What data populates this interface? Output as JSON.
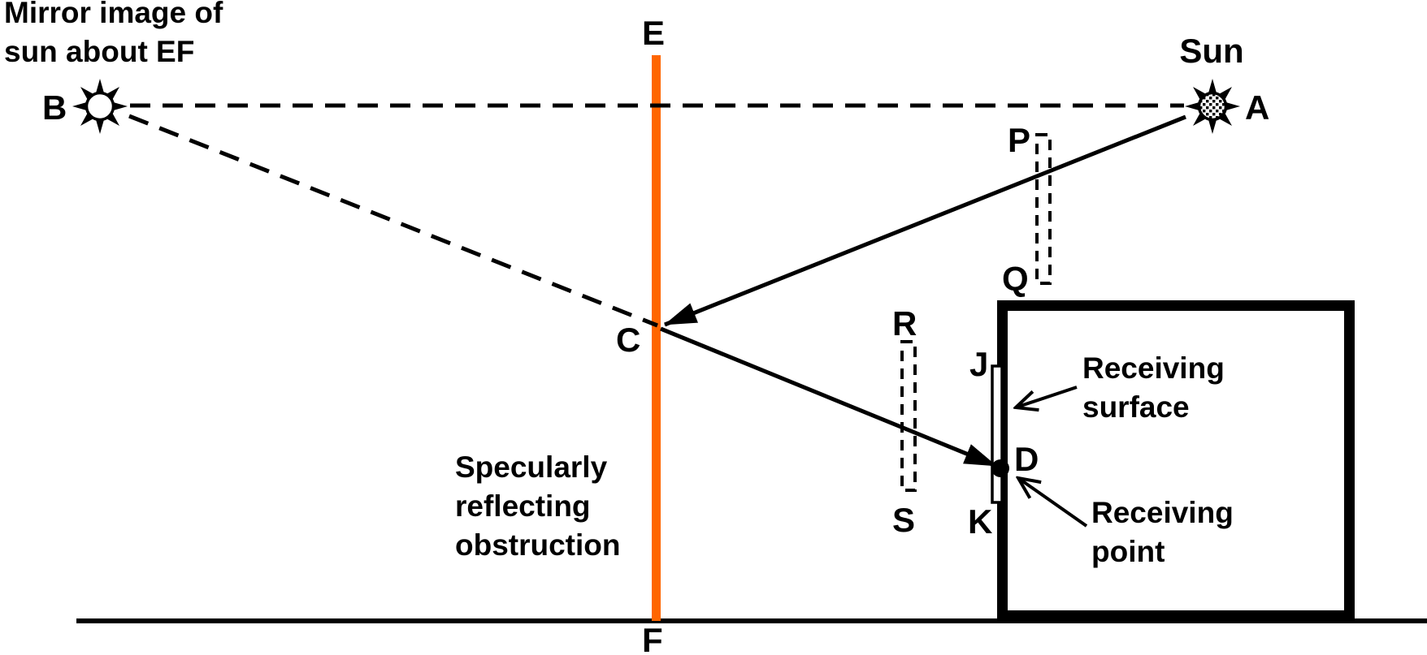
{
  "labels": {
    "mirror_line1": "Mirror image of",
    "mirror_line2": "sun about EF",
    "sun": "Sun",
    "obstruction_line1": "Specularly",
    "obstruction_line2": "reflecting",
    "obstruction_line3": "obstruction",
    "receiving_surface_line1": "Receiving",
    "receiving_surface_line2": "surface",
    "receiving_point_line1": "Receiving",
    "receiving_point_line2": "point"
  },
  "points": {
    "A": "A",
    "B": "B",
    "C": "C",
    "D": "D",
    "E": "E",
    "F": "F",
    "J": "J",
    "K": "K",
    "P": "P",
    "Q": "Q",
    "R": "R",
    "S": "S"
  },
  "colors": {
    "obstruction": "#FF6600",
    "line": "#000000",
    "background": "#FFFFFF"
  }
}
